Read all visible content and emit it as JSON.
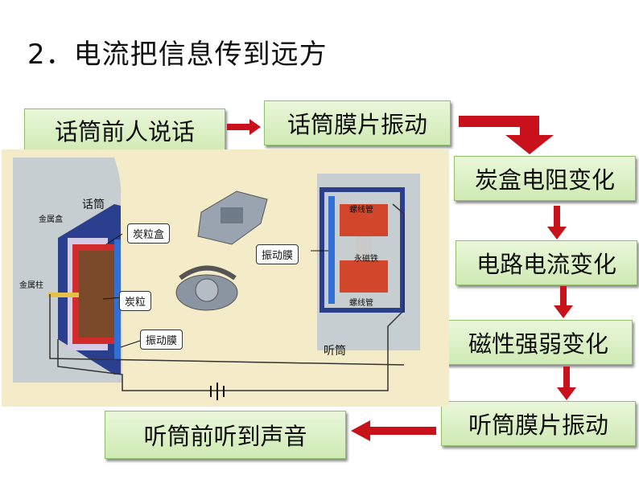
{
  "title": "2．电流把信息传到远方",
  "flow": {
    "b1": "话筒前人说话",
    "b2": "话筒膜片振动",
    "b3": "炭盒电阻变化",
    "b4": "电路电流变化",
    "b5": "磁性强弱变化",
    "b6": "听筒膜片振动",
    "b7": "听筒前听到声音"
  },
  "diagram": {
    "mic_title": "话筒",
    "metal_box": "金属盒",
    "metal_post": "金属柱",
    "carbon_box": "炭粒盒",
    "carbon": "炭粒",
    "diaphragm_left": "振动膜",
    "diaphragm_right": "振动膜",
    "coil_top": "螺线管",
    "magnet": "永磁铁",
    "coil_bottom": "螺线管",
    "receiver_title": "听筒"
  },
  "colors": {
    "arrow": "#c8111b",
    "box_fill": "#dff2c8",
    "diagram_bg": "#f4ecc9"
  }
}
